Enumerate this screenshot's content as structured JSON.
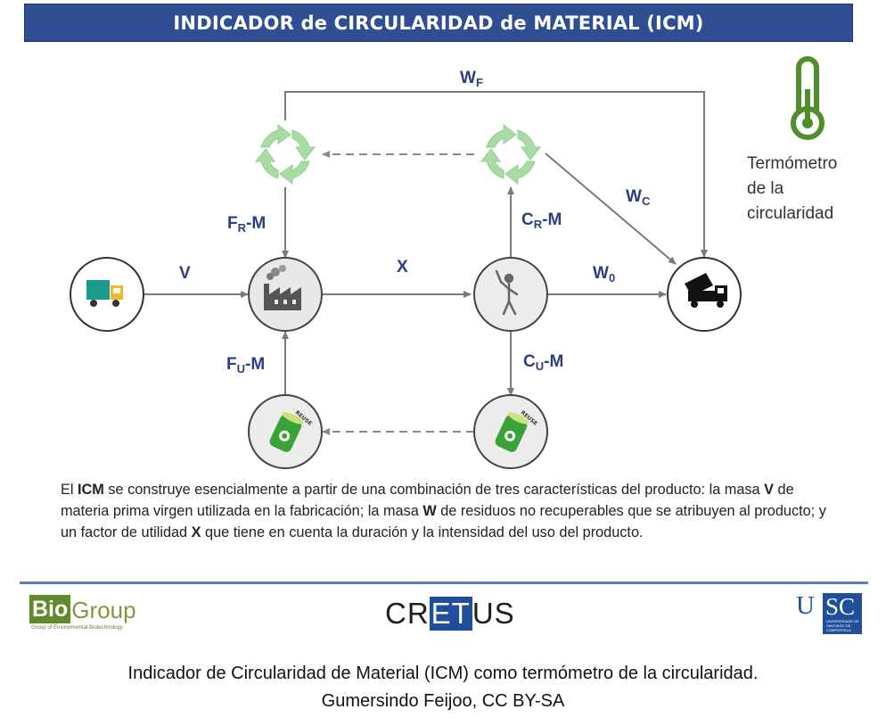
{
  "title": "INDICADOR de CIRCULARIDAD de MATERIAL (ICM)",
  "flows": {
    "v": "V",
    "x": "X",
    "wf_main": "W",
    "wf_sub": "F",
    "wc_main": "W",
    "wc_sub": "C",
    "w0_main": "W",
    "w0_sub": "0",
    "frm_main": "F",
    "frm_sub": "R",
    "frm_tail": "-M",
    "fum_main": "F",
    "fum_sub": "U",
    "fum_tail": "-M",
    "crm_main": "C",
    "crm_sub": "R",
    "crm_tail": "-M",
    "cum_main": "C",
    "cum_sub": "U",
    "cum_tail": "-M"
  },
  "icons": {
    "truck": "truck-icon",
    "factory": "factory-icon",
    "user": "baseball-player-icon",
    "dump": "dump-truck-icon",
    "recycle": "recycle-icon",
    "reuse": "reuse-can-icon",
    "reuse_label": "REUSE",
    "thermometer": "thermometer-icon"
  },
  "thermometer_caption": [
    "Termómetro",
    "de la",
    "circularidad"
  ],
  "description": {
    "p1": "El ",
    "b1": "ICM",
    "p2": " se construye esencialmente a partir de una combinación de tres características del producto: la masa ",
    "b2": "V",
    "p3": " de materia prima virgen utilizada en la fabricación; la masa ",
    "b3": "W",
    "p4": " de residuos no recuperables que se atribuyen al producto; y un factor de utilidad ",
    "b4": "X",
    "p5": " que tiene en cuenta la duración y la intensidad del uso del producto."
  },
  "logos": {
    "biogroup_a": "Bio",
    "biogroup_b": "Group",
    "biogroup_sub": "Group of Environmental Biotechnology",
    "cretus_a": "CR",
    "cretus_b": "ET",
    "cretus_c": "US",
    "usc_a": "U",
    "usc_b": "SC",
    "usc_small": "UNIVERSIDADE DE SANTIAGO DE COMPOSTELA"
  },
  "caption": {
    "line1": "Indicador de Circularidad de Material (ICM) como termómetro de la circularidad.",
    "line2": "Gumersindo Feijoo, CC BY-SA"
  },
  "colors": {
    "title_bg": "#2f4e93",
    "label_blue": "#2b3f82",
    "recycle_green": "#8fd08a",
    "reuse_green": "#3aa33a",
    "thermo_green": "#4f8f2b",
    "arrow_gray": "#7a7a7a"
  }
}
